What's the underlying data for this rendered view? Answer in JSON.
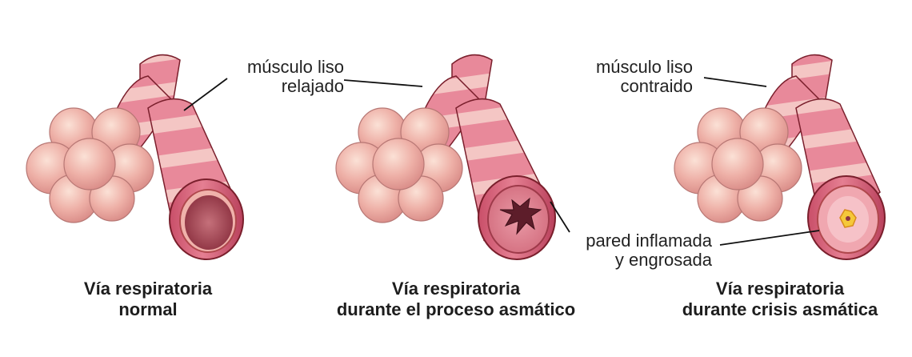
{
  "labels": {
    "relaxed": {
      "line1": "músculo liso",
      "line2": "relajado"
    },
    "contracted": {
      "line1": "músculo liso",
      "line2": "contraido"
    },
    "inflamed": {
      "line1": "pared inflamada",
      "line2": "y engrosada"
    }
  },
  "captions": [
    {
      "line1": "Vía respiratoria",
      "line2": "normal"
    },
    {
      "line1": "Vía respiratoria",
      "line2": "durante el proceso asmático"
    },
    {
      "line1": "Vía respiratoria",
      "line2": "durante crisis asmática"
    }
  ],
  "colors": {
    "alveolus": "#e8a39d",
    "alveolus_light": "#f6c9bd",
    "bronchus_band": "#d9677d",
    "bronchus_light": "#f3c2c2",
    "outline": "#7a1f2c",
    "lumen": "#c65f6f",
    "inflamed_center": "#f5c83a"
  }
}
